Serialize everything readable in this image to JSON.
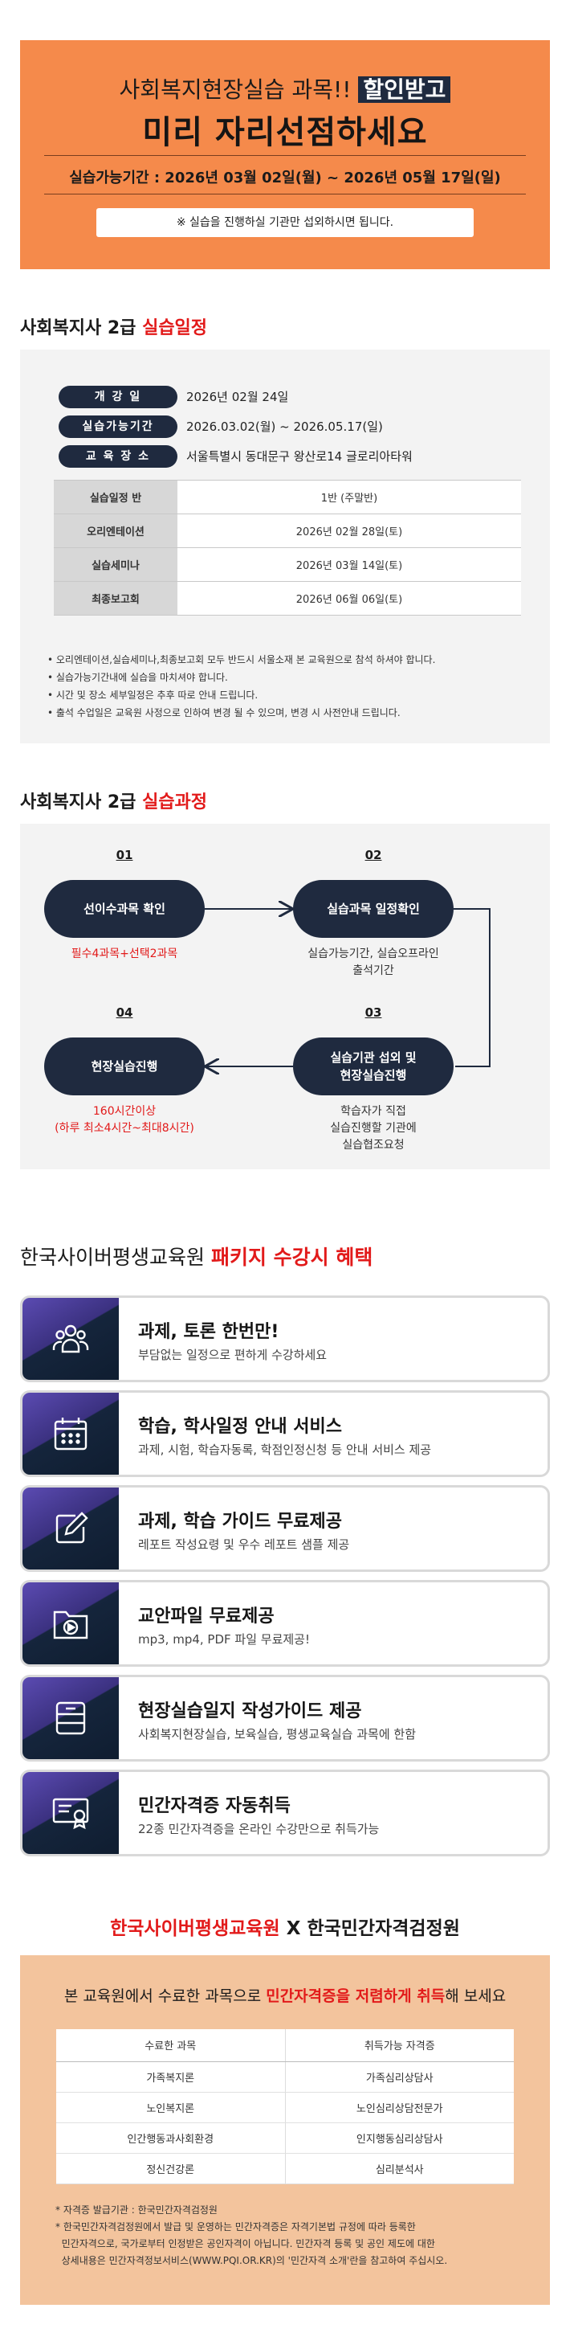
{
  "hero": {
    "line1_prefix": "사회복지현장실습 과목!! ",
    "line1_highlight": "할인받고",
    "line2": "미리 자리선점하세요",
    "period": "실습가능기간 : 2026년 03월 02일(월) ~ 2026년 05월 17일(일)",
    "note": "※ 실습을 진행하실 기관만 섭외하시면 됩니다."
  },
  "schedule": {
    "title_prefix": "사회복지사 2급 ",
    "title_highlight": "실습일정",
    "info": [
      {
        "label": "개 강 일",
        "value": "2026년 02월 24일"
      },
      {
        "label": "실습가능기간",
        "value": "2026.03.02(월) ~ 2026.05.17(일)"
      },
      {
        "label": "교 육 장 소",
        "value": "서울특별시 동대문구 왕산로14 글로리아타워"
      }
    ],
    "table": [
      {
        "label": "실습일정 반",
        "value": "1반 (주말반)"
      },
      {
        "label": "오리엔테이션",
        "value": "2026년 02월 28일(토)"
      },
      {
        "label": "실습세미나",
        "value": "2026년 03월 14일(토)"
      },
      {
        "label": "최종보고회",
        "value": "2026년 06월 06일(토)"
      }
    ],
    "notes": [
      "• 오리엔테이션,실습세미나,최종보고회 모두 반드시 서울소재 본 교육원으로 참석 하셔야 합니다.",
      "• 실습가능기간내에 실습을 마치셔야 합니다.",
      "• 시간 및 장소 세부일정은 추후 따로 안내 드립니다.",
      "• 출석 수업일은 교육원 사정으로 인하여 변경 될 수 있으며, 변경 시 사전안내 드립니다."
    ]
  },
  "process": {
    "title_prefix": "사회복지사 2급 ",
    "title_highlight": "실습과정",
    "steps": [
      {
        "num": "01",
        "label": "선이수과목 확인",
        "sub1": "필수4과목+선택2과목",
        "sub2": "",
        "sub3": ""
      },
      {
        "num": "02",
        "label": "실습과목 일정확인",
        "sub1": "실습가능기간, 실습오프라인",
        "sub2": "출석기간",
        "sub3": ""
      },
      {
        "num": "03",
        "label1": "실습기관 섭외 및",
        "label2": "현장실습진행",
        "sub1": "학습자가 직접",
        "sub2": "실습진행할 기관에",
        "sub3": "실습협조요청"
      },
      {
        "num": "04",
        "label": "현장실습진행",
        "sub1": "160시간이상",
        "sub2": "(하루 최소4시간~최대8시간)",
        "sub3": ""
      }
    ]
  },
  "benefits": {
    "title_prefix": "한국사이버평생교육원 ",
    "title_highlight": "패키지 수강시 혜택",
    "items": [
      {
        "icon": "group-icon",
        "title": "과제, 토론 한번만!",
        "desc": "부담없는 일정으로 편하게 수강하세요"
      },
      {
        "icon": "calendar-icon",
        "title": "학습, 학사일정 안내 서비스",
        "desc": "과제, 시험, 학습자동록, 학점인정신청 등 안내 서비스 제공"
      },
      {
        "icon": "edit-icon",
        "title": "과제, 학습 가이드 무료제공",
        "desc": "레포트 작성요령 및 우수 레포트 샘플 제공"
      },
      {
        "icon": "media-folder-icon",
        "title": "교안파일 무료제공",
        "desc": "mp3, mp4, PDF 파일 무료제공!"
      },
      {
        "icon": "notebook-icon",
        "title": "현장실습일지 작성가이드 제공",
        "desc": "사회복지현장실습, 보육실습, 평생교육실습 과목에 한함"
      },
      {
        "icon": "certificate-icon",
        "title": "민간자격증 자동취득",
        "desc": "22종 민간자격증을 온라인 수강만으로 취득가능"
      }
    ]
  },
  "partner": {
    "title_left": "한국사이버평생교육원",
    "title_x": " X ",
    "title_right": "한국민간자격검정원",
    "head_prefix": "본 교육원에서 수료한 과목으로 ",
    "head_highlight": "민간자격증을 저렴하게 취득",
    "head_suffix": "해 보세요",
    "col1": "수료한 과목",
    "col2": "취득가능 자격증",
    "rows": [
      {
        "course": "가족복지론",
        "cert": "가족심리상담사"
      },
      {
        "course": "노인복지론",
        "cert": "노인심리상담전문가"
      },
      {
        "course": "인간행동과사회환경",
        "cert": "인지행동심리상담사"
      },
      {
        "course": "정신건강론",
        "cert": "심리분석사"
      }
    ],
    "notes": [
      "* 자격증 발급기관 : 한국민간자격검정원",
      "* 한국민간자격검정원에서 발급 및 운영하는 민간자격증은 자격기본법 규정에 따라 등록한",
      "  민간자격으로, 국가로부터 인정받은 공인자격이 아닙니다. 민간자격 등록 및 공인 제도에 대한",
      "  상세내용은 민간자격정보서비스(WWW.PQI.OR.KR)의 '민간자격 소개'란을 참고하여 주십시오."
    ]
  }
}
